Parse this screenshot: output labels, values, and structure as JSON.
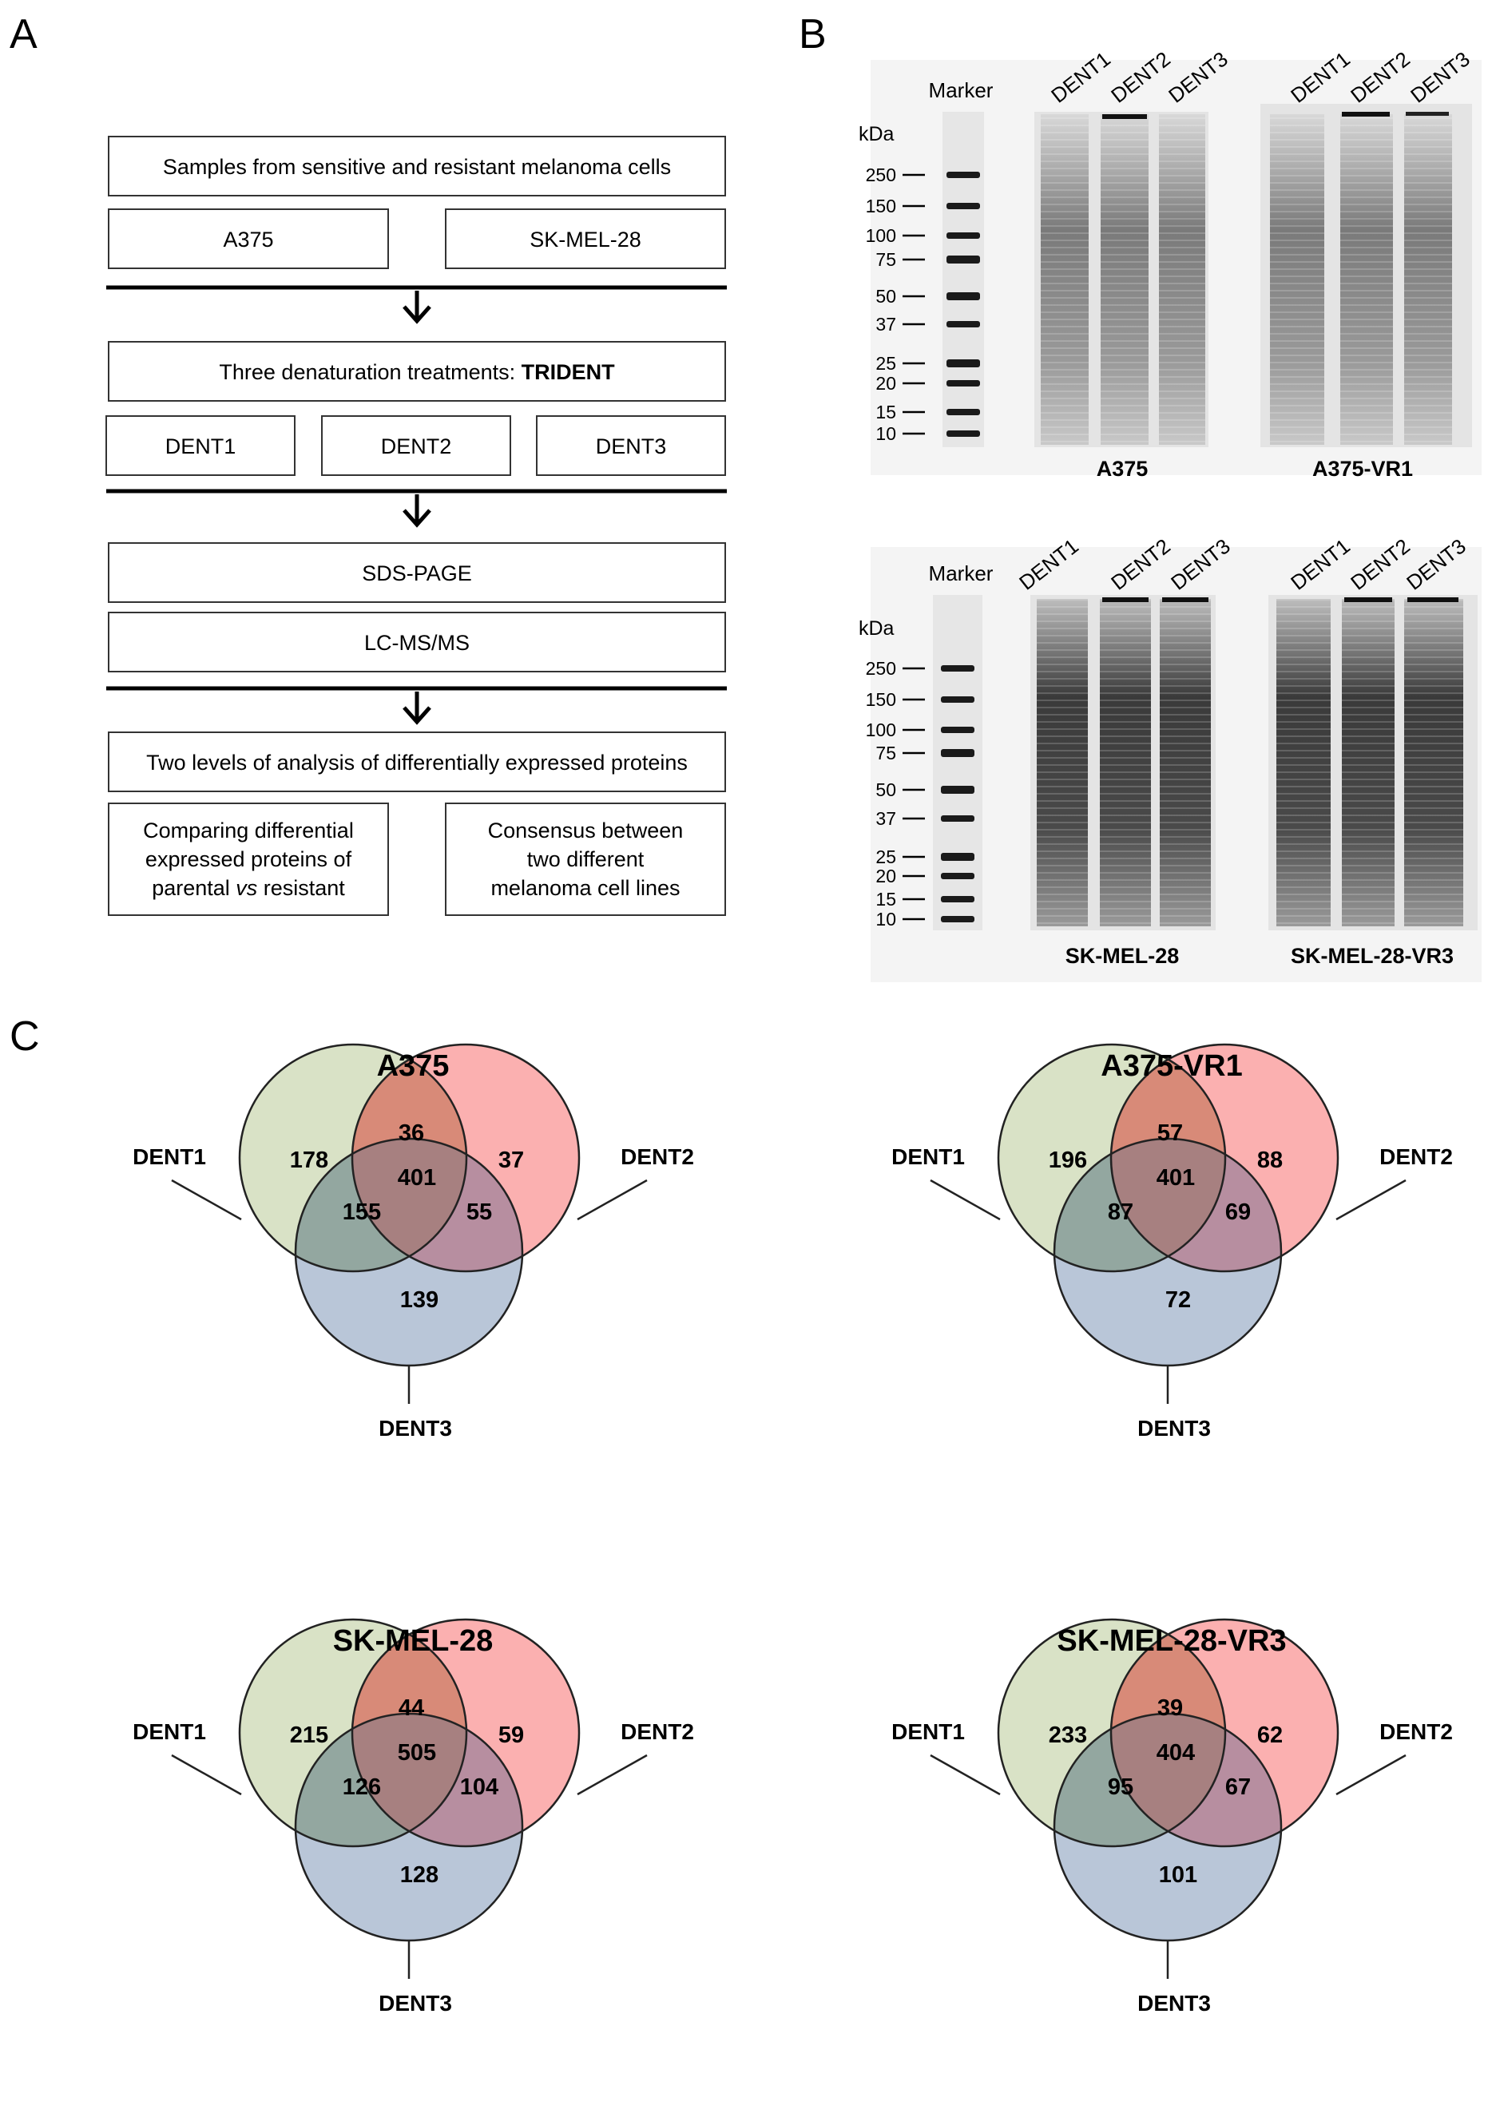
{
  "panel_labels": {
    "a": "A",
    "b": "B",
    "c": "C"
  },
  "flowchart": {
    "samples": "Samples from sensitive and resistant melanoma cells",
    "cell_lines": [
      "A375",
      "SK-MEL-28"
    ],
    "treatments_prefix": "Three denaturation treatments: ",
    "treatments_bold": "TRIDENT",
    "dents": [
      "DENT1",
      "DENT2",
      "DENT3"
    ],
    "sds_page": "SDS-PAGE",
    "lcms": "LC-MS/MS",
    "analysis": "Two levels of analysis of differentially expressed proteins",
    "left_box": {
      "line1": "Comparing differential",
      "line2": "expressed proteins of",
      "line3_pre": "parental ",
      "line3_ital": "vs",
      "line3_post": " resistant"
    },
    "right_box": {
      "line1": "Consensus between",
      "line2": "two different",
      "line3": "melanoma cell lines"
    }
  },
  "gels": {
    "marker_label": "Marker",
    "kda_label": "kDa",
    "markers": [
      "250",
      "150",
      "100",
      "75",
      "50",
      "37",
      "25",
      "20",
      "15",
      "10"
    ],
    "lane_labels": [
      "DENT1",
      "DENT2",
      "DENT3"
    ],
    "top_names": [
      "A375",
      "A375-VR1"
    ],
    "bottom_names": [
      "SK-MEL-28",
      "SK-MEL-28-VR3"
    ]
  },
  "venn": {
    "set_labels": [
      "DENT1",
      "DENT2",
      "DENT3"
    ],
    "colors": {
      "dent1": "#d9e2c6",
      "dent2": "#fbb0b0",
      "dent3": "#b9c6d8",
      "d12": "#d88a78",
      "d13": "#93a7a0",
      "d23": "#b78ea0",
      "d123": "#a78080"
    },
    "diagrams": [
      {
        "title": "A375",
        "only1": "178",
        "only2": "37",
        "only3": "139",
        "d12": "36",
        "d13": "155",
        "d23": "55",
        "all": "401"
      },
      {
        "title": "A375-VR1",
        "only1": "196",
        "only2": "88",
        "only3": "72",
        "d12": "57",
        "d13": "87",
        "d23": "69",
        "all": "401"
      },
      {
        "title": "SK-MEL-28",
        "only1": "215",
        "only2": "59",
        "only3": "128",
        "d12": "44",
        "d13": "126",
        "d23": "104",
        "all": "505"
      },
      {
        "title": "SK-MEL-28-VR3",
        "only1": "233",
        "only2": "62",
        "only3": "101",
        "d12": "39",
        "d13": "95",
        "d23": "67",
        "all": "404"
      }
    ]
  }
}
